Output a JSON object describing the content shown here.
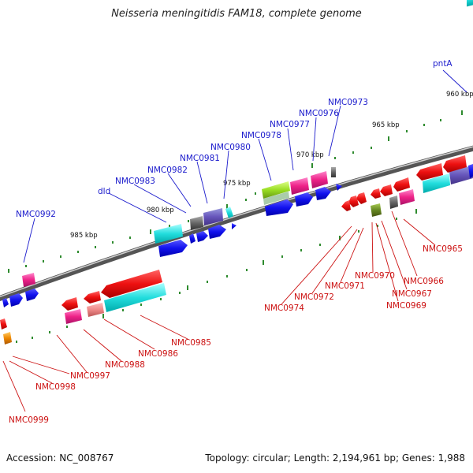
{
  "title": "Neisseria meningitidis FAM18, complete genome",
  "footer": {
    "accession": "Accession: NC_008767",
    "summary": "Topology: circular; Length: 2,194,961 bp; Genes: 1,988"
  },
  "colors": {
    "top_label": "#1a1acc",
    "bottom_label": "#cc1111",
    "backbone": "#777777",
    "tick": "#2e8b2e"
  },
  "scale_labels": [
    "960 kbp",
    "965 kbp",
    "970 kbp",
    "975 kbp",
    "980 kbp",
    "985 kbp"
  ],
  "top_strand_genes": [
    "pntA",
    "NMC0973",
    "NMC0976",
    "NMC0977",
    "NMC0978",
    "NMC0980",
    "NMC0981",
    "NMC0982",
    "NMC0983",
    "dld",
    "NMC0992"
  ],
  "bottom_strand_genes": [
    "NMC0965",
    "NMC0966",
    "NMC0967",
    "NMC0969",
    "NMC0970",
    "NMC0971",
    "NMC0972",
    "NMC0974",
    "NMC0985",
    "NMC0986",
    "NMC0988",
    "NMC0997",
    "NMC0998",
    "NMC0999"
  ]
}
